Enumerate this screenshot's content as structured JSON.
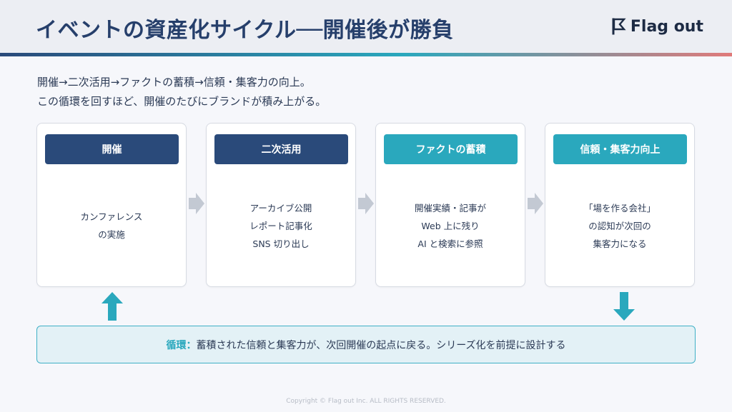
{
  "header": {
    "title": "イベントの資産化サイクル──開催後が勝負",
    "logo_text": "Flag out"
  },
  "lead": {
    "line1": "開催→二次活用→ファクトの蓄積→信頼・集客力の向上。",
    "line2": "この循環を回すほど、開催のたびにブランドが積み上がる。"
  },
  "colors": {
    "navy": "#2a4a7a",
    "teal": "#2aa8bd",
    "coral": "#e07a7a"
  },
  "steps": [
    {
      "title": "開催",
      "lines": [
        "カンファレンス",
        "の実施"
      ]
    },
    {
      "title": "二次活用",
      "lines": [
        "アーカイブ公開",
        "レポート記事化",
        "SNS 切り出し"
      ]
    },
    {
      "title": "ファクトの蓄積",
      "lines": [
        "開催実績・記事が",
        "Web 上に残り",
        "AI と検索に参照"
      ]
    },
    {
      "title": "信頼・集客力向上",
      "lines": [
        "「場を作る会社」",
        "の認知が次回の",
        "集客力になる"
      ]
    }
  ],
  "loop": {
    "label": "循環：",
    "text": "蓄積された信頼と集客力が、次回開催の起点に戻る。シリーズ化を前提に設計する"
  },
  "footer": {
    "copyright": "Copyright © Flag out Inc. ALL RIGHTS RESERVED."
  }
}
